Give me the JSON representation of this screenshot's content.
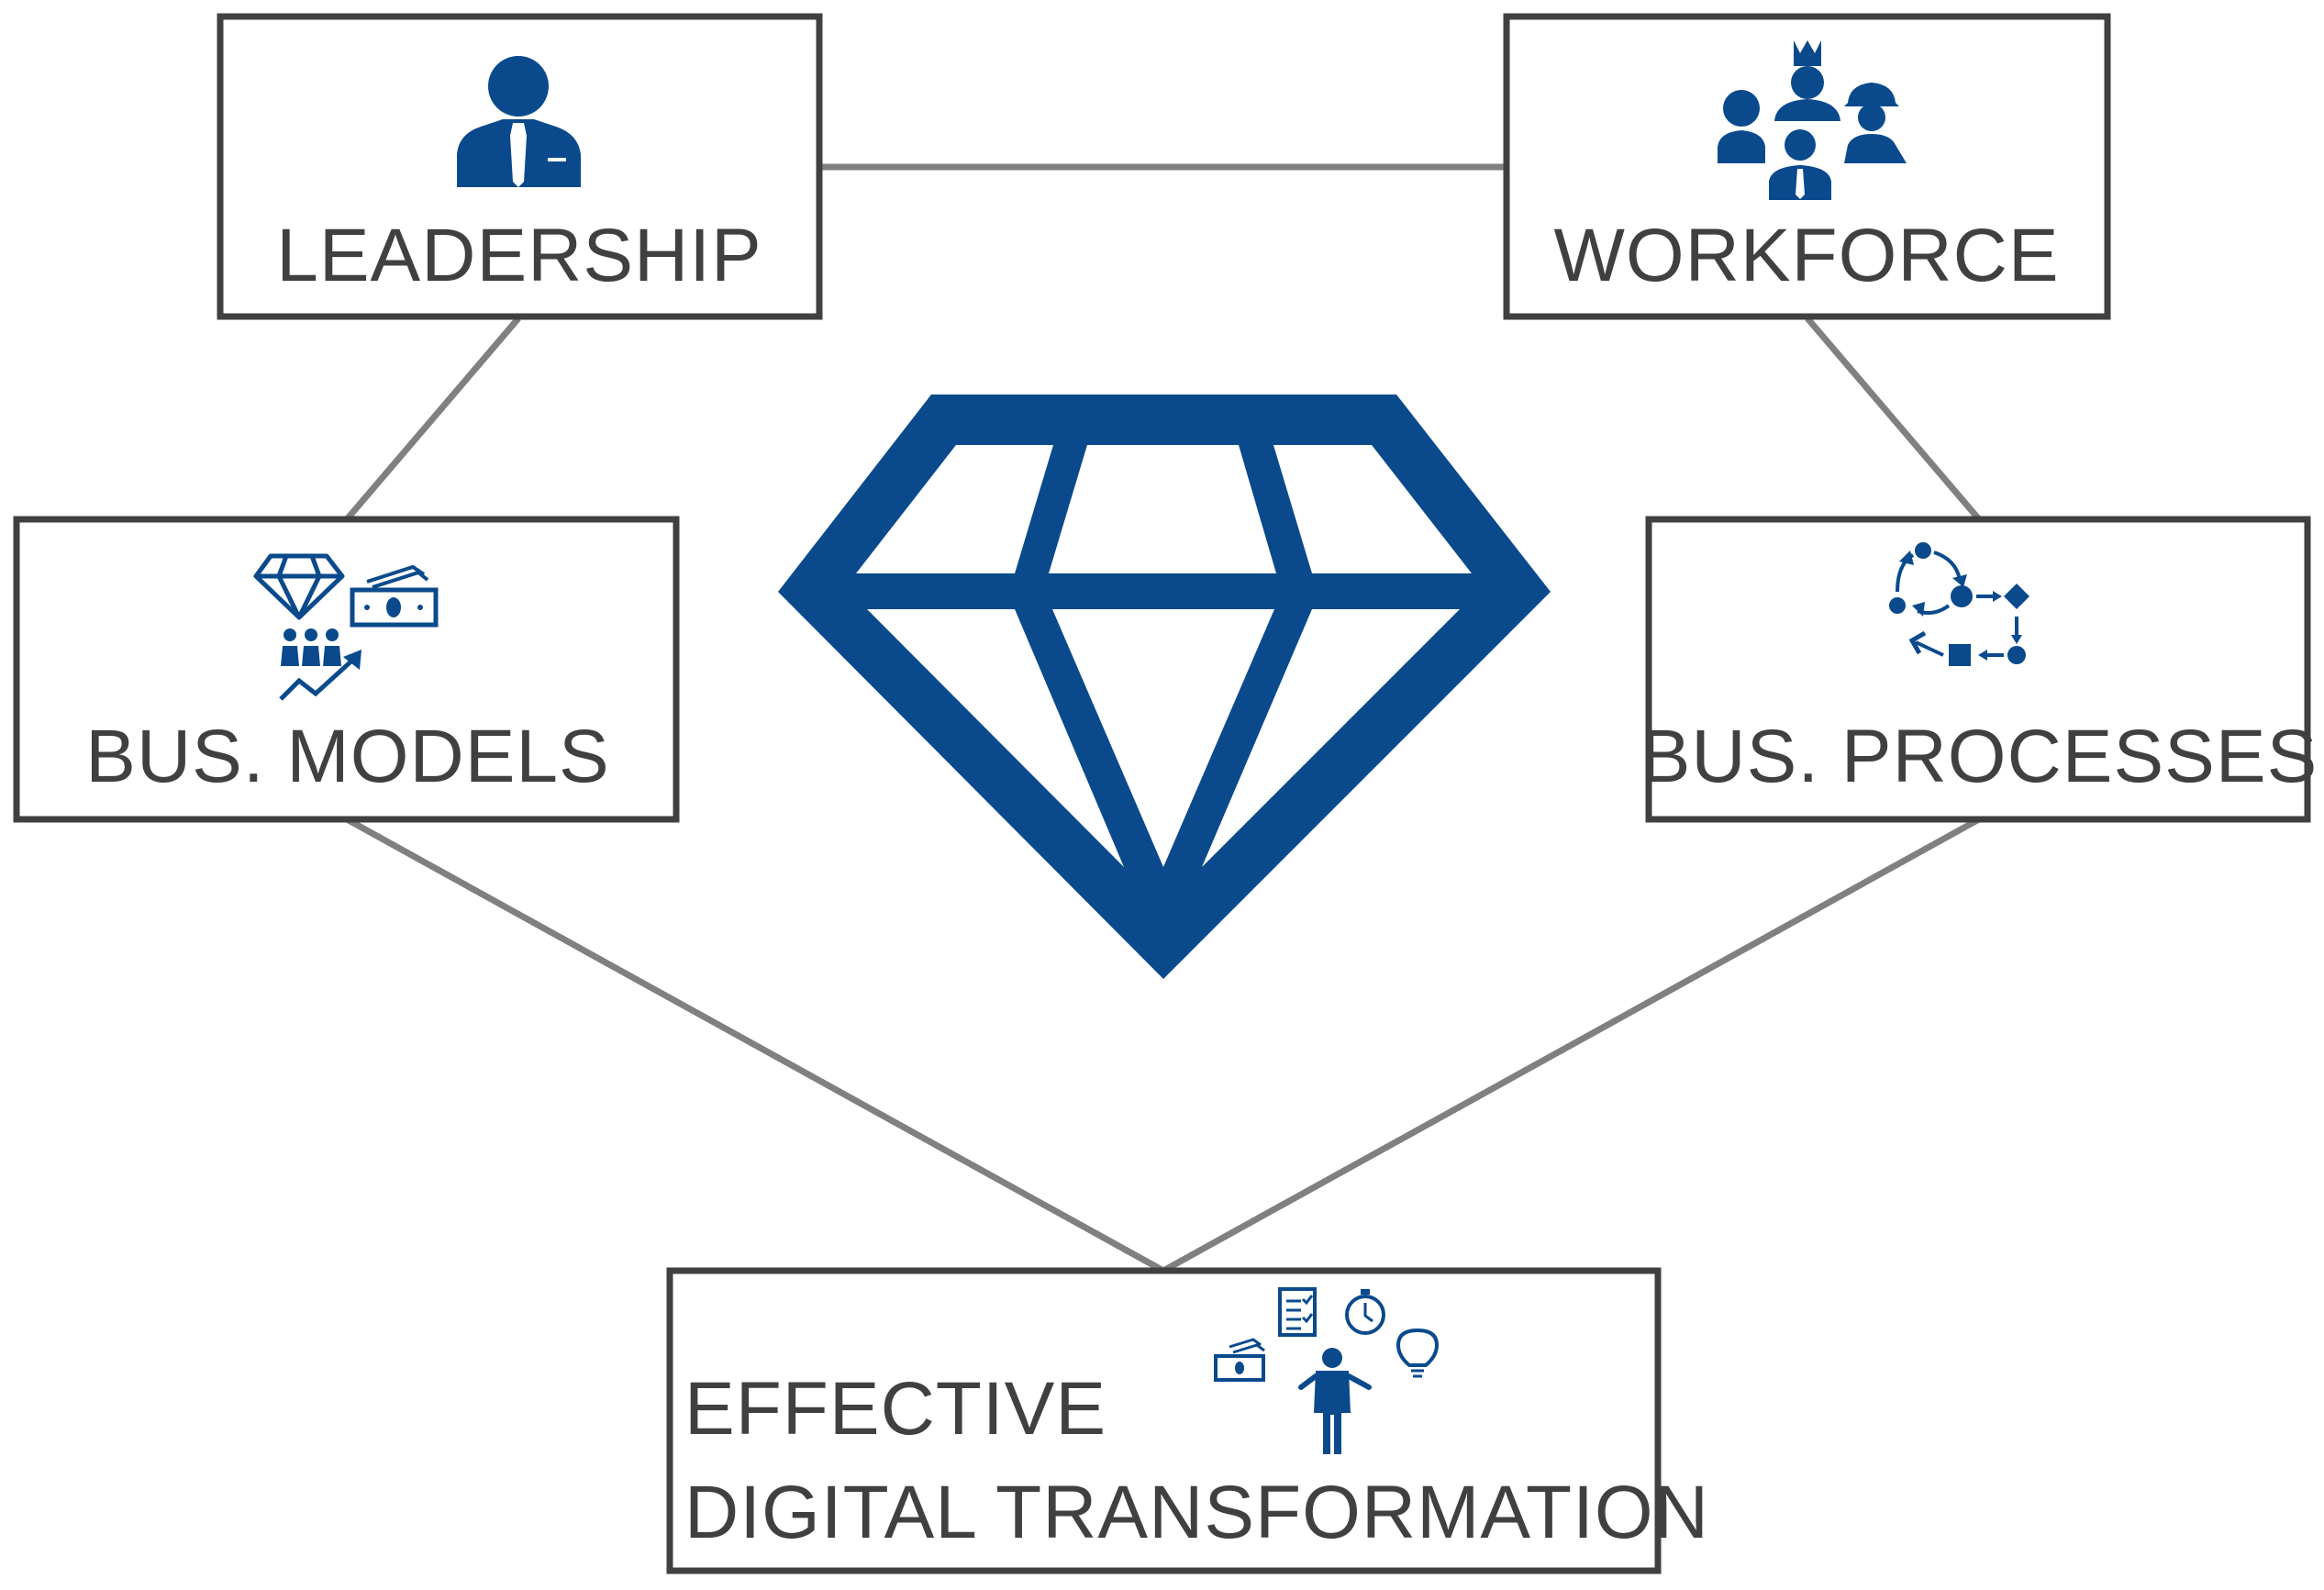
{
  "colors": {
    "accent": "#0a4a8c",
    "box_border": "#404040",
    "connector": "#808080",
    "text": "#404040",
    "background": "#ffffff"
  },
  "nodes": {
    "leadership": {
      "label": "LEADERSHIP",
      "icon": "businessman-icon"
    },
    "workforce": {
      "label": "WORKFORCE",
      "icon": "team-icon"
    },
    "bus_models": {
      "label": "BUS. MODELS",
      "icon": "business-model-icon"
    },
    "bus_processes": {
      "label": "BUS. PROCESSES",
      "icon": "process-flow-icon"
    },
    "outcome": {
      "label_line1": "EFFECTIVE",
      "label_line2": "DIGITAL TRANSFORMATION",
      "icon": "person-with-resources-icon"
    }
  },
  "center": {
    "icon": "diamond-icon"
  }
}
